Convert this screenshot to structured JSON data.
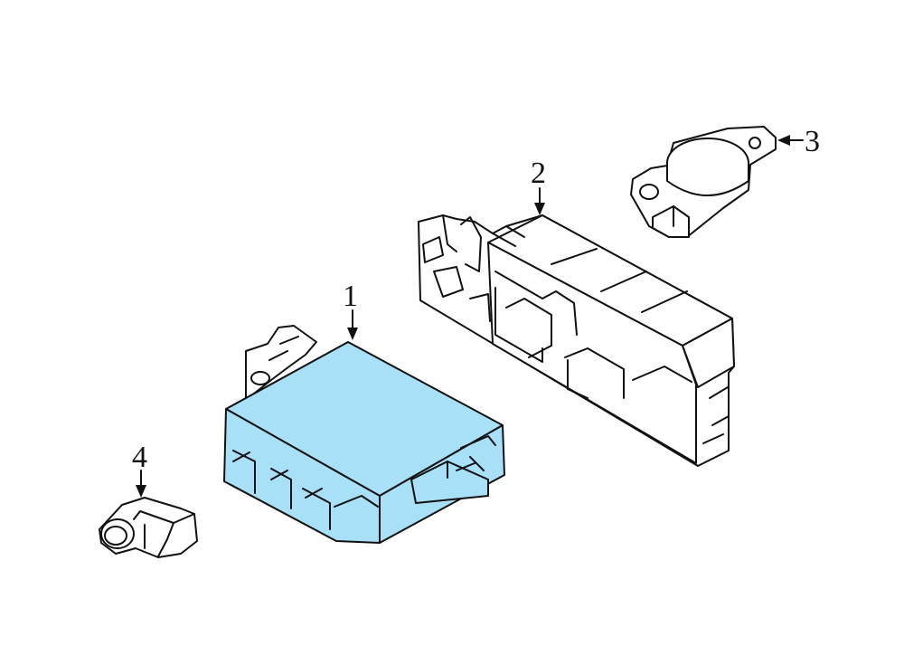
{
  "callouts": [
    {
      "id": "1",
      "label": "1"
    },
    {
      "id": "2",
      "label": "2"
    },
    {
      "id": "3",
      "label": "3"
    },
    {
      "id": "4",
      "label": "4"
    }
  ],
  "colors": {
    "highlight": "#a8e0f7",
    "line": "#111111",
    "background": "#ffffff"
  }
}
